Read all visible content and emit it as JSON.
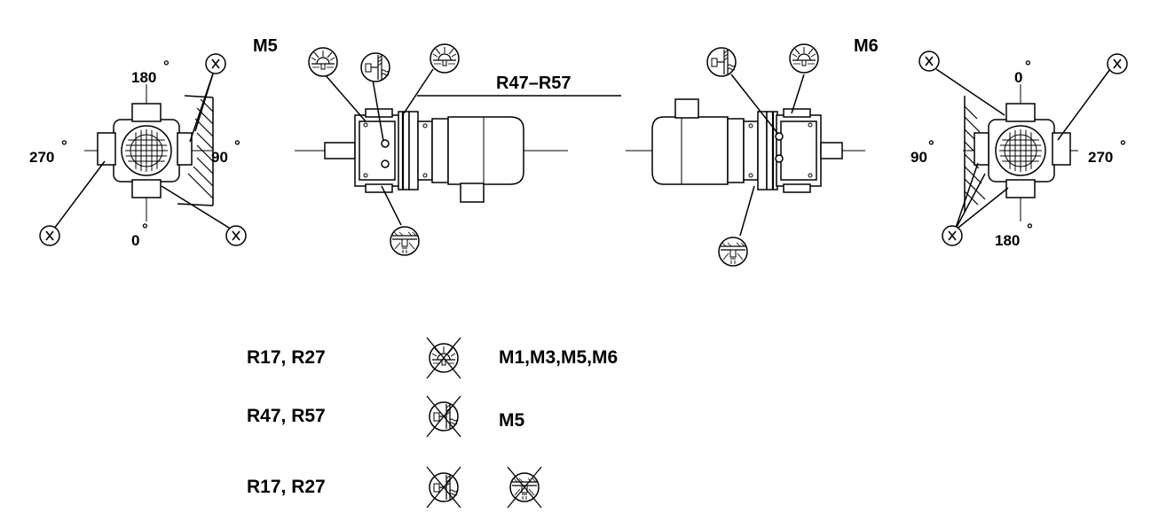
{
  "left_view": {
    "mounting": "M5",
    "angles": {
      "top": "180",
      "left": "270",
      "right": "90",
      "bottom": "0"
    },
    "marker": "x"
  },
  "right_view": {
    "mounting": "M6",
    "angles": {
      "top": "0",
      "left": "90",
      "right": "270",
      "bottom": "180"
    },
    "marker": "x"
  },
  "model_label": "R47–R57",
  "degree_sign": "°",
  "legend": [
    {
      "models": "R17, R27",
      "applies_to": "M1,M3,M5,M6",
      "symbols": [
        "breather-valve-crossed-icon"
      ]
    },
    {
      "models": "R47, R57",
      "applies_to": "M5",
      "symbols": [
        "oil-level-plug-crossed-icon"
      ]
    },
    {
      "models": "R17, R27",
      "applies_to": "",
      "symbols": [
        "oil-level-plug-crossed-icon",
        "oil-drain-plug-crossed-icon"
      ]
    }
  ]
}
